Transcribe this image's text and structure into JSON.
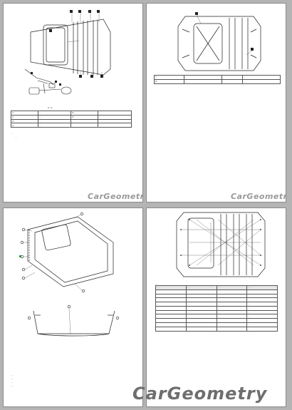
{
  "watermark": "CarGeometry.Ru",
  "watermark_large": "CarGeometry",
  "page1": {
    "view_label": "A - A",
    "legend_rows": [
      [
        "1",
        "…",
        "5",
        "…"
      ],
      [
        "2",
        "…",
        "6",
        "…"
      ],
      [
        "3",
        "…",
        "",
        ""
      ],
      [
        "4",
        "…",
        "",
        ""
      ]
    ],
    "note_black": "…",
    "note_green_1": "…",
    "note_green_2": "…"
  },
  "page2": {
    "legend_rows": [
      [
        "7",
        "…",
        "",
        "…"
      ],
      [
        "8",
        "…",
        "",
        "…"
      ]
    ]
  },
  "page3": {
    "notes": [
      "…",
      "…",
      "…",
      "…"
    ]
  },
  "page4": {
    "table_title": "…",
    "table_header": [
      "…",
      "…",
      "…",
      "…"
    ],
    "table_rows": [
      [
        "…",
        "…",
        "…",
        "…"
      ],
      [
        "…",
        "…",
        "…",
        "…"
      ],
      [
        "…",
        "…",
        "…",
        "…"
      ],
      [
        "…",
        "…",
        "…",
        "…"
      ],
      [
        "…",
        "…",
        "…",
        "…"
      ],
      [
        "…",
        "…",
        "…",
        "…"
      ],
      [
        "…",
        "…",
        "…",
        "…"
      ],
      [
        "…",
        "…",
        "…",
        "…"
      ],
      [
        "…",
        "…",
        "…",
        "…"
      ],
      [
        "…",
        "…",
        "…",
        "…"
      ]
    ]
  }
}
